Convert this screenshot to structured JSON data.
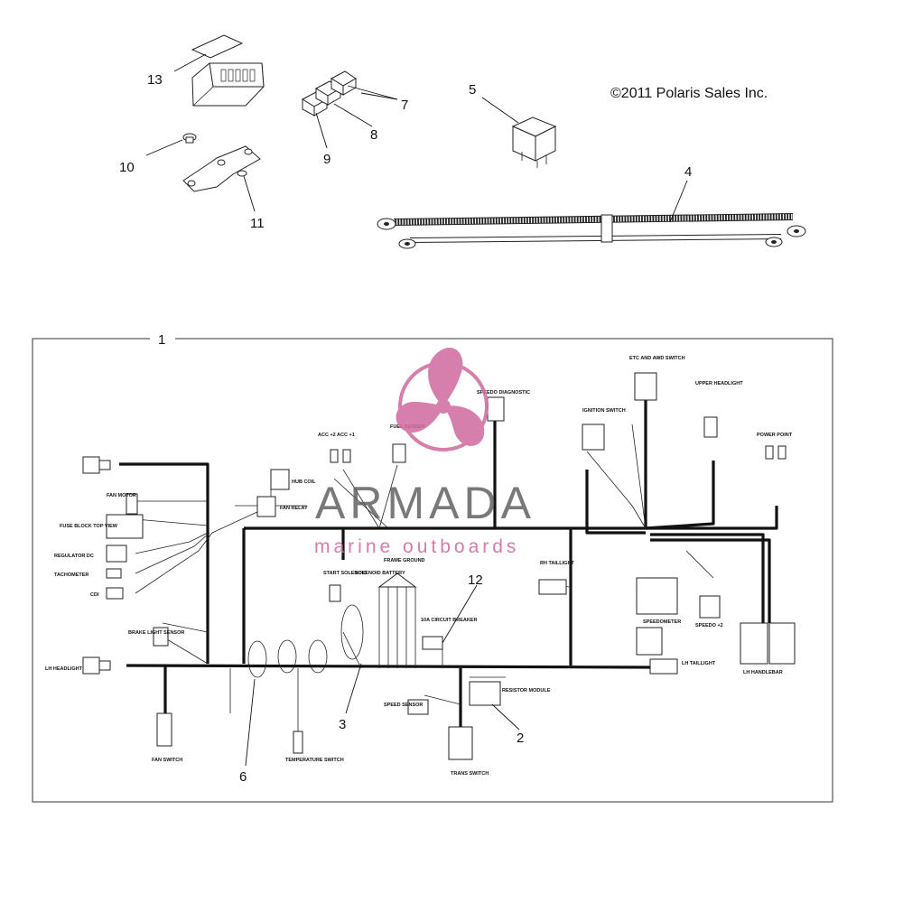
{
  "copyright": "©2011 Polaris Sales Inc.",
  "watermark": {
    "brand": "ARMADA",
    "tagline": "marine outboards",
    "logo_color": "#d16ea2"
  },
  "callouts": {
    "c1": "1",
    "c2": "2",
    "c3": "3",
    "c4": "4",
    "c5": "5",
    "c6": "6",
    "c7": "7",
    "c8": "8",
    "c9": "9",
    "c10": "10",
    "c11": "11",
    "c12": "12",
    "c13": "13"
  },
  "labels": {
    "speedo_diagnostic": "SPEEDO DIAGNOSTIC",
    "etc_awd_switch": "ETC AND AWD SWITCH",
    "upper_headlight": "UPPER HEADLIGHT",
    "ignition_switch": "IGNITION SWITCH",
    "power_point": "POWER POINT",
    "acc": "ACC +2  ACC +1",
    "fuel_sender": "FUEL SENDER",
    "hub_coil": "HUB COIL",
    "fan_relay": "FAN RELAY",
    "fan_motor": "FAN MOTOR",
    "fuse_block": "FUSE BLOCK TOP VIEW",
    "regulator": "REGULATOR DC",
    "tachometer": "TACHOMETER",
    "cdi": "CDI",
    "rh_taillight": "RH TAILLIGHT",
    "speedometer": "SPEEDOMETER",
    "speedo2": "SPEEDO +2",
    "start_solenoid": "START SOLENOID",
    "solenoid_battery": "SOLENOID BATTERY",
    "frame_ground": "FRAME GROUND",
    "circuit_breaker": "10A CIRCUIT BREAKER",
    "brake_light_sensor": "BRAKE LIGHT SENSOR",
    "lh_headlight": "LH HEADLIGHT",
    "resistor_module": "RESISTOR MODULE",
    "speed_sensor": "SPEED SENSOR",
    "lh_taillight": "LH TAILLIGHT",
    "lh_handlebar": "LH HANDLEBAR",
    "temperature_switch": "TEMPERATURE SWITCH",
    "trans_switch": "TRANS SWITCH",
    "fan_switch": "FAN SWITCH"
  }
}
